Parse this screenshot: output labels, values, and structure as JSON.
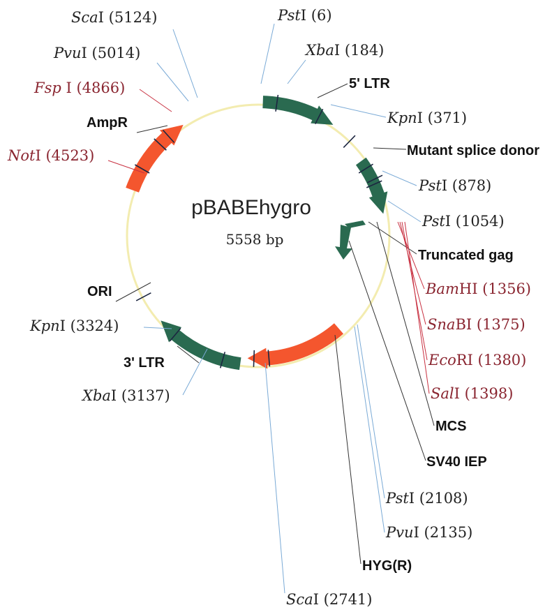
{
  "plasmid": {
    "name": "pBABEhygro",
    "size": "5558 bp"
  },
  "colors": {
    "backbone": "#f3ecb0",
    "green_feature": "#2a6a50",
    "red_feature": "#f4562e",
    "red_site_text": "#8a2530",
    "site_line": "#7aaad6"
  },
  "features": [
    {
      "name": "5' LTR",
      "label": "5' LTR",
      "color": "green"
    },
    {
      "name": "Mutant splice donor",
      "label": "Mutant splice donor",
      "color": "none"
    },
    {
      "name": "Truncated gag",
      "label": "Truncated gag",
      "color": "green"
    },
    {
      "name": "MCS",
      "label": "MCS",
      "color": "none"
    },
    {
      "name": "SV40 IEP",
      "label": "SV40 IEP",
      "color": "green"
    },
    {
      "name": "HYG(R)",
      "label": "HYG(R)",
      "color": "red"
    },
    {
      "name": "3' LTR",
      "label": "3' LTR",
      "color": "green"
    },
    {
      "name": "ORI",
      "label": "ORI",
      "color": "none"
    },
    {
      "name": "AmpR",
      "label": "AmpR",
      "color": "red"
    }
  ],
  "sites": [
    {
      "enzyme": "Pst",
      "suffix": "I",
      "pos": "(6)",
      "highlight": false
    },
    {
      "enzyme": "Xba",
      "suffix": "I",
      "pos": "(184)",
      "highlight": false
    },
    {
      "enzyme": "Kpn",
      "suffix": "I",
      "pos": "(371)",
      "highlight": false
    },
    {
      "enzyme": "Pst",
      "suffix": "I",
      "pos": "(878)",
      "highlight": false
    },
    {
      "enzyme": "Pst",
      "suffix": "I",
      "pos": "(1054)",
      "highlight": false
    },
    {
      "enzyme": "Bam",
      "suffix": "HI",
      "pos": "(1356)",
      "highlight": true
    },
    {
      "enzyme": "Sna",
      "suffix": "BI",
      "pos": "(1375)",
      "highlight": true
    },
    {
      "enzyme": "Eco",
      "suffix": "RI",
      "pos": "(1380)",
      "highlight": true
    },
    {
      "enzyme": "Sal",
      "suffix": "I",
      "pos": "(1398)",
      "highlight": true
    },
    {
      "enzyme": "Pst",
      "suffix": "I",
      "pos": "(2108)",
      "highlight": false
    },
    {
      "enzyme": "Pvu",
      "suffix": "I",
      "pos": "(2135)",
      "highlight": false
    },
    {
      "enzyme": "Sca",
      "suffix": "I",
      "pos": "(2741)",
      "highlight": false
    },
    {
      "enzyme": "Xba",
      "suffix": "I",
      "pos": "(3137)",
      "highlight": false
    },
    {
      "enzyme": "Kpn",
      "suffix": "I",
      "pos": "(3324)",
      "highlight": false
    },
    {
      "enzyme": "Not",
      "suffix": "I",
      "pos": "(4523)",
      "highlight": true
    },
    {
      "enzyme": "Fsp",
      "suffix": " I",
      "pos": "(4866)",
      "highlight": true
    },
    {
      "enzyme": "Pvu",
      "suffix": "I",
      "pos": "(5014)",
      "highlight": false
    },
    {
      "enzyme": "Sca",
      "suffix": "I",
      "pos": "(5124)",
      "highlight": false
    }
  ]
}
